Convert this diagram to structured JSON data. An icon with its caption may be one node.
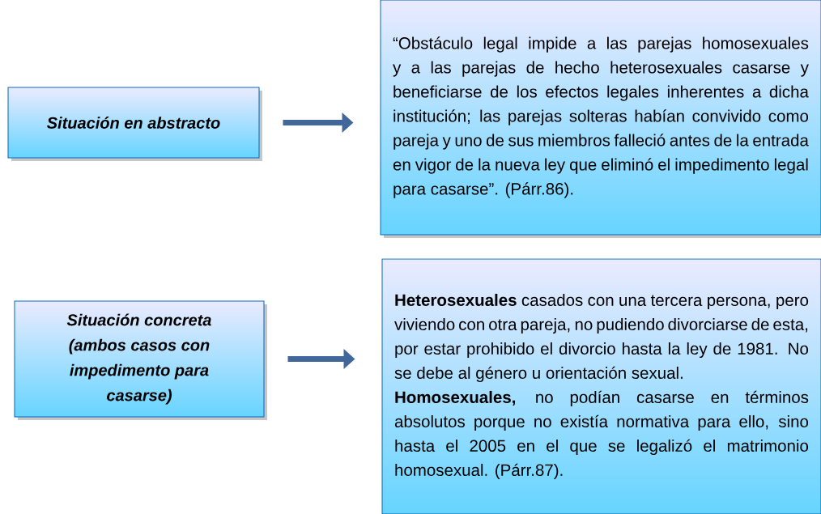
{
  "diagram": {
    "nodes": [
      {
        "text": [
          "Situación en abstracto"
        ]
      },
      {
        "text": [
          "“Obstáculo legal impide a las parejas homosexuales y a las parejas de hecho heterosexuales casarse y beneficiarse de los efectos legales inherentes a dicha institución; las parejas solteras habían convivido como pareja y uno de sus miembros falleció antes de la entrada en vigor de la nueva ley que eliminó el impedimento legal para casarse”. (Párr.86)."
        ]
      },
      {
        "text": [
          "Situación concreta (ambos casos con impedimento para casarse)"
        ]
      },
      {
        "text": [
          "**Heterosexuales** casados con una tercera persona, pero viviendo con otra pareja, no pudiendo divorciarse de esta, por estar prohibido el divorcio hasta la ley de 1981. No se debe al género u orientación sexual.",
          "**Homosexuales,** no podían casarse en términos absolutos porque no existía normativa para ello, sino hasta el 2005 en el que se legalizó el matrimonio homosexual. (Párr.87)."
        ]
      }
    ],
    "edges": [
      {
        "from": 0,
        "to": 1,
        "arrow": "to"
      },
      {
        "from": 2,
        "to": 3,
        "arrow": "to"
      }
    ]
  }
}
